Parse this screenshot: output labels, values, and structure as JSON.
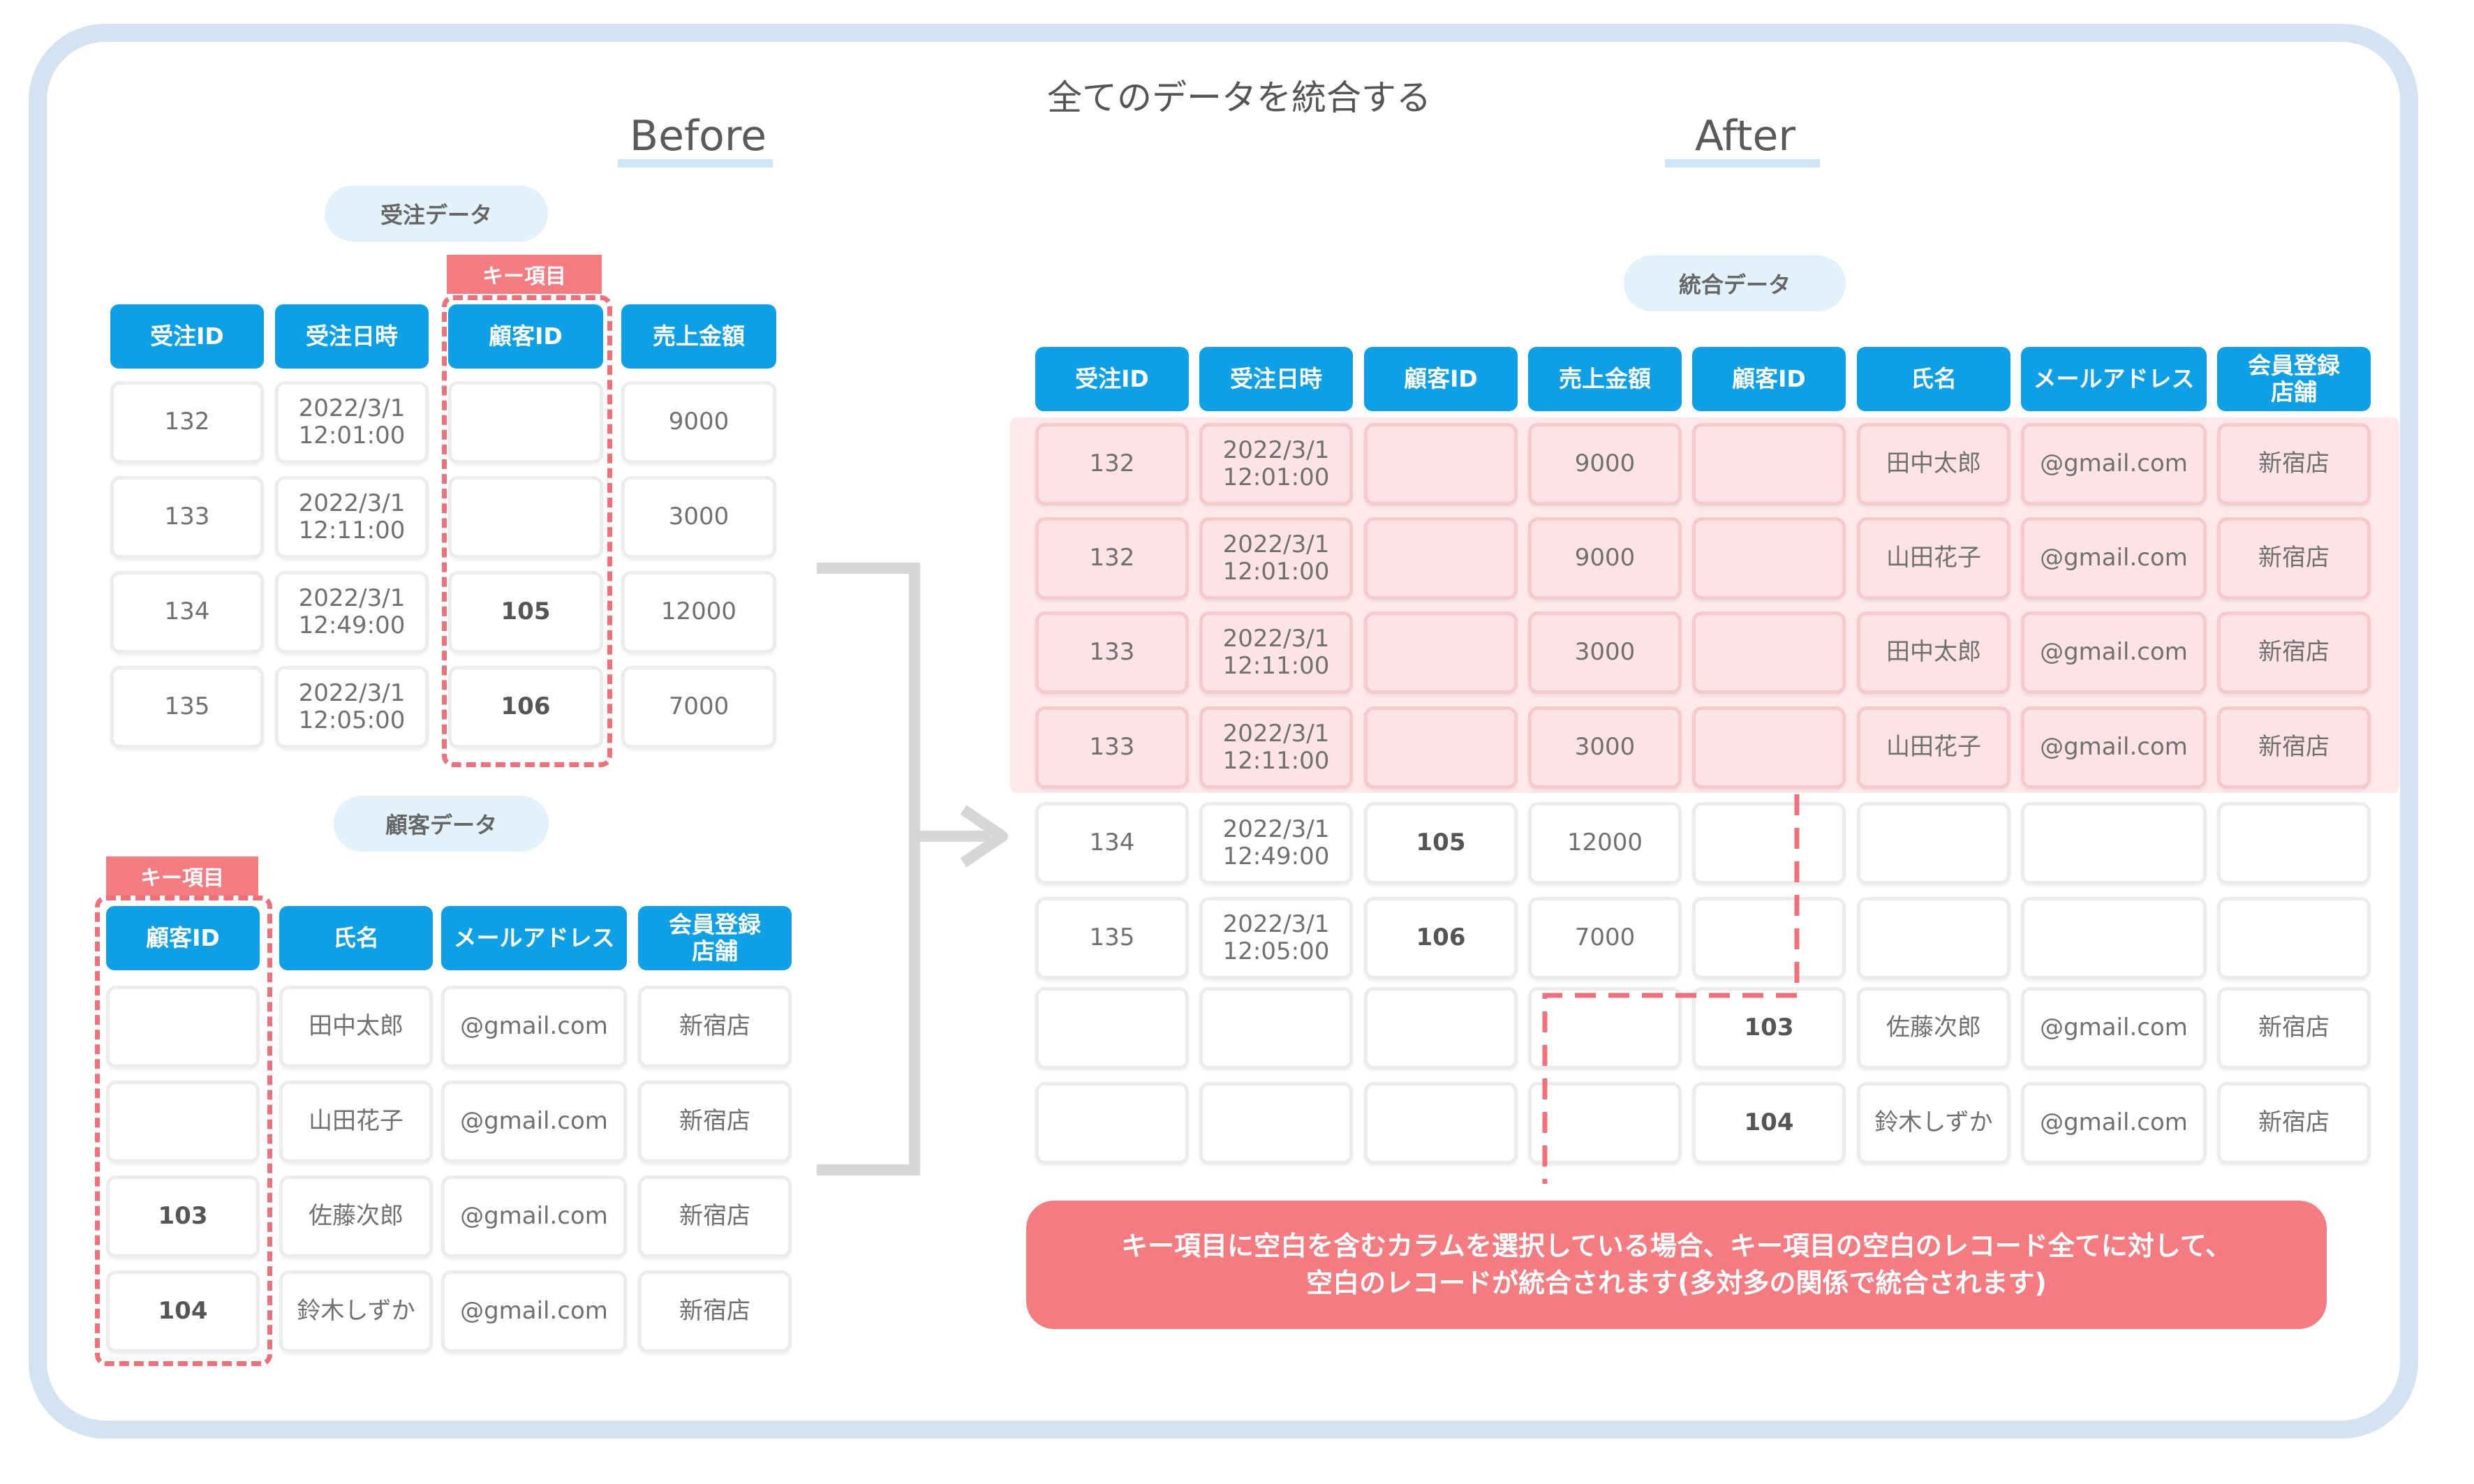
{
  "title": "全てのデータを統合する",
  "before_label": "Before",
  "after_label": "After",
  "orders_table": {
    "label": "受注データ",
    "key_tag": "キー項目",
    "headers": [
      "受注ID",
      "受注日時",
      "顧客ID",
      "売上金額"
    ],
    "rows": [
      [
        "132",
        "2022/3/1\n12:01:00",
        "",
        "9000"
      ],
      [
        "133",
        "2022/3/1\n12:11:00",
        "",
        "3000"
      ],
      [
        "134",
        "2022/3/1\n12:49:00",
        "105",
        "12000"
      ],
      [
        "135",
        "2022/3/1\n12:05:00",
        "106",
        "7000"
      ]
    ]
  },
  "customers_table": {
    "label": "顧客データ",
    "key_tag": "キー項目",
    "headers": [
      "顧客ID",
      "氏名",
      "メールアドレス",
      "会員登録\n店舗"
    ],
    "rows": [
      [
        "",
        "田中太郎",
        "@gmail.com",
        "新宿店"
      ],
      [
        "",
        "山田花子",
        "@gmail.com",
        "新宿店"
      ],
      [
        "103",
        "佐藤次郎",
        "@gmail.com",
        "新宿店"
      ],
      [
        "104",
        "鈴木しずか",
        "@gmail.com",
        "新宿店"
      ]
    ]
  },
  "merged_table": {
    "label": "統合データ",
    "headers": [
      "受注ID",
      "受注日時",
      "顧客ID",
      "売上金額",
      "顧客ID",
      "氏名",
      "メールアドレス",
      "会員登録\n店舗"
    ],
    "rows": [
      [
        "132",
        "2022/3/1\n12:01:00",
        "",
        "9000",
        "",
        "田中太郎",
        "@gmail.com",
        "新宿店"
      ],
      [
        "132",
        "2022/3/1\n12:01:00",
        "",
        "9000",
        "",
        "山田花子",
        "@gmail.com",
        "新宿店"
      ],
      [
        "133",
        "2022/3/1\n12:11:00",
        "",
        "3000",
        "",
        "田中太郎",
        "@gmail.com",
        "新宿店"
      ],
      [
        "133",
        "2022/3/1\n12:11:00",
        "",
        "3000",
        "",
        "山田花子",
        "@gmail.com",
        "新宿店"
      ],
      [
        "134",
        "2022/3/1\n12:49:00",
        "105",
        "12000",
        "",
        "",
        "",
        ""
      ],
      [
        "135",
        "2022/3/1\n12:05:00",
        "106",
        "7000",
        "",
        "",
        "",
        ""
      ],
      [
        "",
        "",
        "",
        "",
        "103",
        "佐藤次郎",
        "@gmail.com",
        "新宿店"
      ],
      [
        "",
        "",
        "",
        "",
        "104",
        "鈴木しずか",
        "@gmail.com",
        "新宿店"
      ]
    ],
    "highlighted_rows": 4
  },
  "note": {
    "line1": "キー項目に空白を含むカラムを選択している場合、キー項目の空白のレコード全てに対して、",
    "line2": "空白のレコードが統合されます(多対多の関係で統合されます)"
  },
  "colors": {
    "header_blue": "#0ea0e6",
    "key_pink": "#f47b80",
    "highlight_pink": "#fde3e5",
    "frame": "#d3e3f2"
  }
}
